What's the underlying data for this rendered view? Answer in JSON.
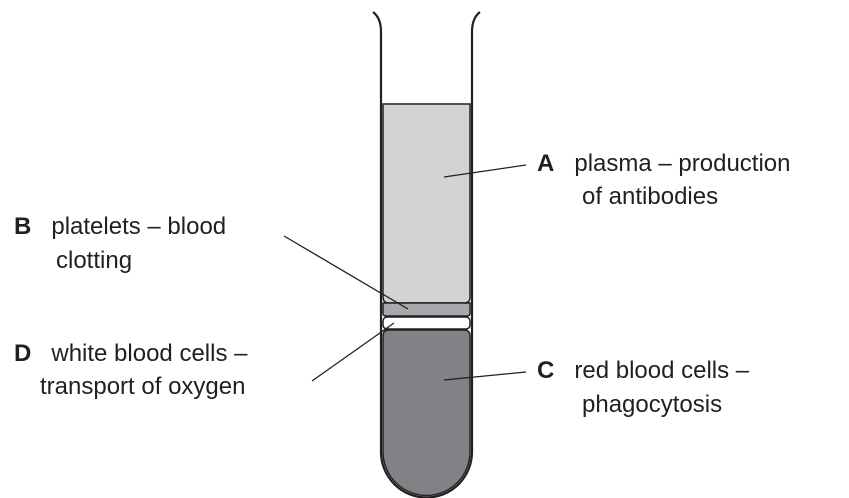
{
  "labels": {
    "A": {
      "letter": "A",
      "line1": "plasma – production",
      "line2": "of antibodies"
    },
    "B": {
      "letter": "B",
      "line1": "platelets – blood",
      "line2": "clotting"
    },
    "C": {
      "letter": "C",
      "line1": "red blood cells –",
      "line2": "phagocytosis"
    },
    "D": {
      "letter": "D",
      "line1": "white blood cells –",
      "line2": "transport of oxygen"
    }
  },
  "colors": {
    "plasma": "#d1d3d4",
    "platelets": "#a7a9ac",
    "white_cells": "#ffffff",
    "red_cells": "#808285",
    "outline": "#231f20"
  }
}
